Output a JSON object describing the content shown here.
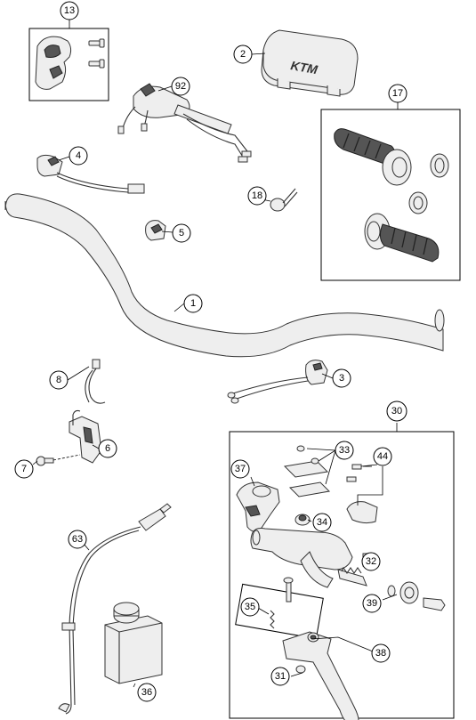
{
  "diagram": {
    "callouts": [
      "13",
      "2",
      "92",
      "17",
      "4",
      "18",
      "5",
      "1",
      "8",
      "3",
      "6",
      "7",
      "30",
      "33",
      "44",
      "37",
      "34",
      "32",
      "39",
      "35",
      "38",
      "31",
      "63",
      "36"
    ]
  }
}
